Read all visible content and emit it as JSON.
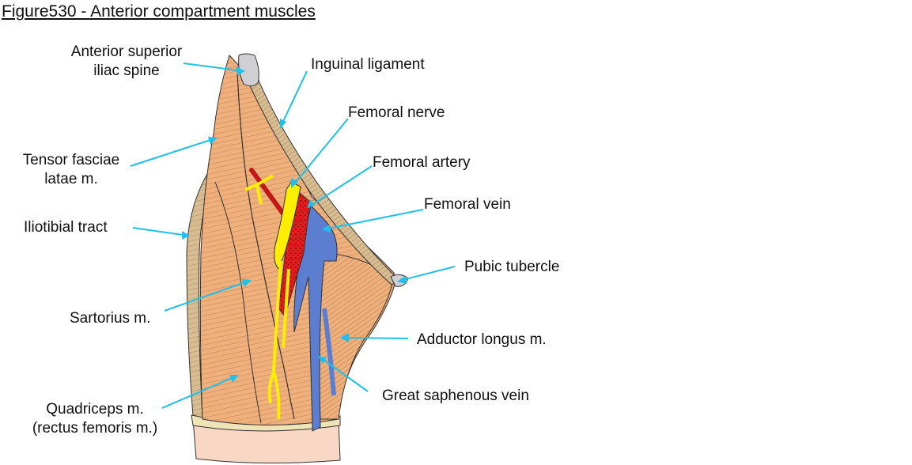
{
  "figure": {
    "title": "Figure530 - Anterior compartment muscles"
  },
  "labels": {
    "asis": [
      "Anterior superior",
      "iliac spine"
    ],
    "inguinal_ligament": "Inguinal ligament",
    "femoral_nerve": "Femoral nerve",
    "femoral_artery": "Femoral artery",
    "femoral_vein": "Femoral vein",
    "tensor_fasciae_latae": [
      "Tensor fasciae",
      "latae m."
    ],
    "iliotibial_tract": "Iliotibial tract",
    "pubic_tubercle": "Pubic tubercle",
    "sartorius": "Sartorius m.",
    "adductor_longus": "Adductor longus m.",
    "great_saphenous_vein": "Great saphenous vein",
    "quadriceps": [
      "Quadriceps m.",
      "(rectus femoris m.)"
    ]
  },
  "colors": {
    "leader_line": "#1ec0ec",
    "muscle": "#f0b07c",
    "ligament": "#d8bd92",
    "nerve": "#ffee00",
    "artery": "#e21d1d",
    "vein": "#5c7ed0",
    "bone": "#d0d0d4",
    "skin": "#f8d8c4"
  }
}
